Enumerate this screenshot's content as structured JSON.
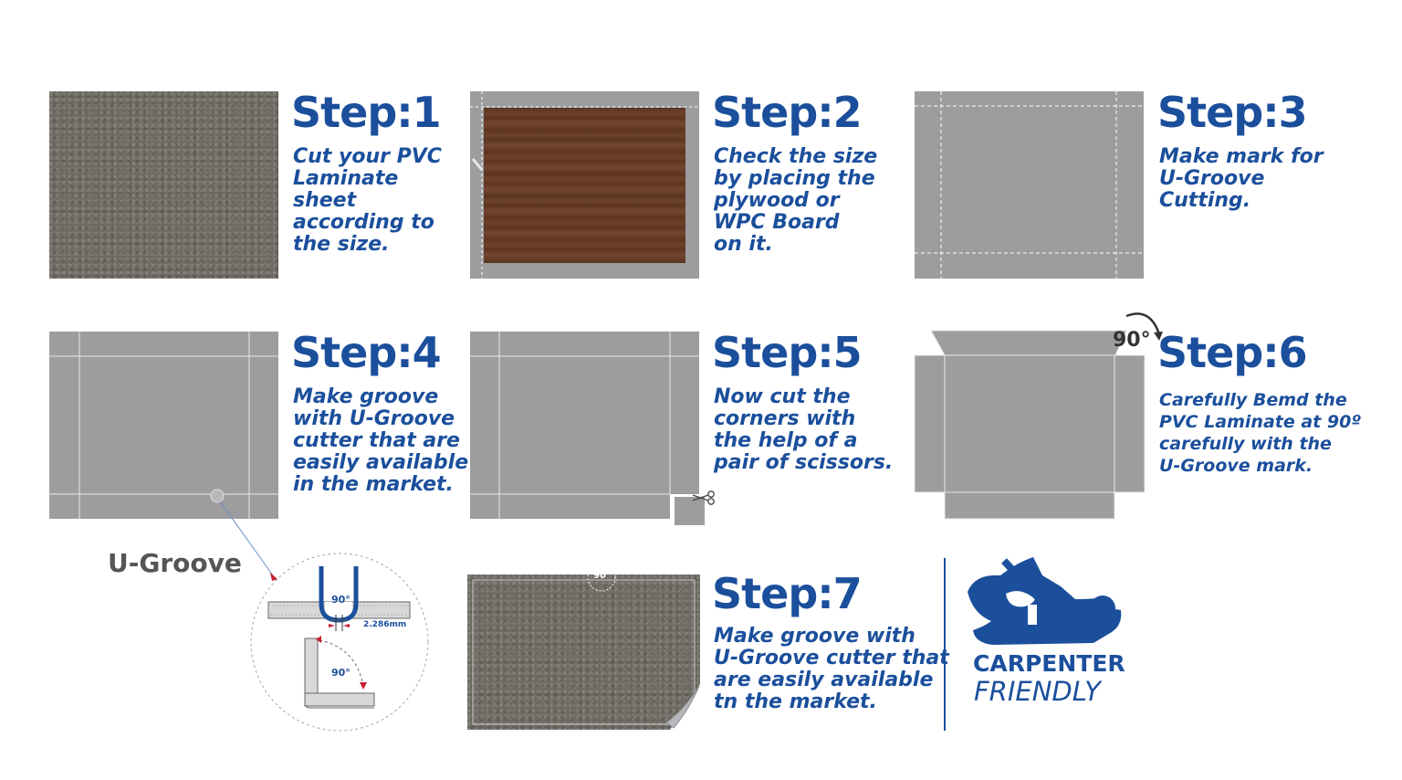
{
  "steps": [
    {
      "title": "Step:1",
      "text": "Cut your PVC\nLaminate\nsheet\naccording to\nthe size."
    },
    {
      "title": "Step:2",
      "text": "Check the size\nby placing the\nplywood or\nWPC Board\non it."
    },
    {
      "title": "Step:3",
      "text": "Make mark for\nU-Groove\nCutting."
    },
    {
      "title": "Step:4",
      "text": "Make groove\nwith U-Groove\ncutter that are\neasily available\nin the market."
    },
    {
      "title": "Step:5",
      "text": "Now cut the\ncorners with\nthe help of a\npair of scissors."
    },
    {
      "title": "Step:6",
      "text": "Carefully Bemd the\nPVC Laminate at 90º\ncarefully with the\nU-Groove mark."
    },
    {
      "title": "Step:7",
      "text": "Make groove with\nU-Groove cutter that\nare easily available\ntn the market."
    }
  ],
  "angle_labels": {
    "step6_bend": "90°",
    "step7_corner": "90°",
    "groove_top": "90°",
    "groove_bottom": "90°"
  },
  "ugroove": {
    "label": "U-Groove",
    "dimension": "2.286mm"
  },
  "brand": {
    "line1": "CARPENTER",
    "line2": "FRIENDLY",
    "logo_icon": "hand-plane-icon"
  },
  "colors": {
    "brand_blue": "#1b4f9c",
    "sheet_grey": "#9d9d9f",
    "granite": "#6d6a62",
    "wood": "#5e3722",
    "marker_red": "#c8202f"
  }
}
